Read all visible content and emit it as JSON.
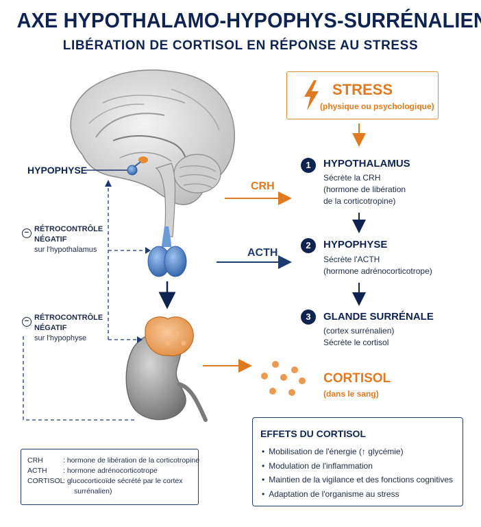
{
  "title": "AXE HYPOTHALAMO-HYPOPHYS-SURRÉNALIEN",
  "subtitle": "LIBÉRATION DE CORTISOL EN RÉPONSE AU STRESS",
  "stress": {
    "title": "STRESS",
    "subtitle": "(physique ou psychologique)",
    "icon": "lightning-icon"
  },
  "steps": [
    {
      "number": "1",
      "title": "HYPOTHALAMUS",
      "lines": [
        "Sécrète la CRH",
        "(hormone de libération",
        "de la corticotropine)"
      ]
    },
    {
      "number": "2",
      "title": "HYPOPHYSE",
      "lines": [
        "Sécrète l'ACTH",
        "(hormone adrénocorticotrope)"
      ]
    },
    {
      "number": "3",
      "title": "GLANDE SURRÉNALE",
      "lines": [
        "(cortex surrénalien)",
        "Sécrète le cortisol"
      ]
    }
  ],
  "hypophyse_label": "HYPOPHYSE",
  "arrows": {
    "crh": "CRH",
    "acth": "ACTH"
  },
  "feedback": [
    {
      "icon": "minus-circle-icon",
      "line1": "RÉTROCONTRÔLE",
      "line2": "NÉGATIF",
      "line3": "sur l'hypothalamus"
    },
    {
      "icon": "minus-circle-icon",
      "line1": "RÉTROCONTRÔLE",
      "line2": "NÉGATIF",
      "line3": "sur l'hypophyse"
    }
  ],
  "cortisol": {
    "title": "CORTISOL",
    "subtitle": "(dans le sang)"
  },
  "effects": {
    "title": "EFFETS DU CORTISOL",
    "items": [
      "Mobilisation de l'énergie (↑ glycémie)",
      "Modulation de l'inflammation",
      "Maintien de la vigilance et des fonctions cognitives",
      "Adaptation de l'organisme au stress"
    ]
  },
  "legend": [
    {
      "key": "CRH",
      "value": ": hormone de libération de la corticotropine"
    },
    {
      "key": "ACTH",
      "value": ": hormone adrénocorticotrope"
    },
    {
      "key": "CORTISOL",
      "value": ": glucocorticoïde sécrété par le cortex"
    },
    {
      "key": "",
      "value": "surrénalien)"
    }
  ],
  "colors": {
    "navy": "#0f2350",
    "orange": "#e07a20",
    "pituitary": "#3f74c0",
    "kidney": "#8c8c8c",
    "adrenal": "#f0a35a"
  }
}
